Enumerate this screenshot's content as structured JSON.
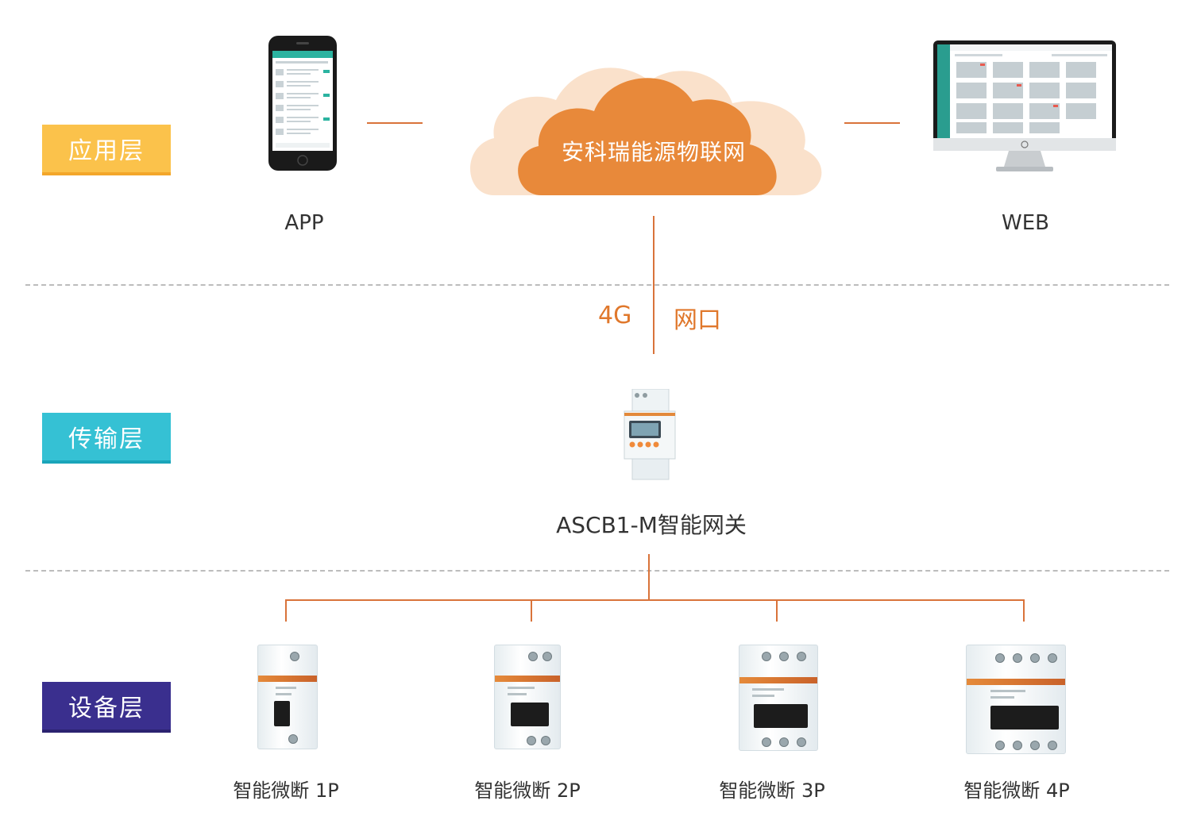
{
  "layers": {
    "application": {
      "label": "应用层",
      "color": "#fbc24b"
    },
    "transmission": {
      "label": "传输层",
      "color": "#35c1d4"
    },
    "device": {
      "label": "设备层",
      "color": "#3a2f8e"
    }
  },
  "cloud": {
    "label": "安科瑞能源物联网",
    "color": "#e8893a",
    "halo_color": "#f9dcc2"
  },
  "app": {
    "label": "APP"
  },
  "web": {
    "label": "WEB"
  },
  "links": {
    "cellular": "4G",
    "ethernet": "网口"
  },
  "gateway": {
    "label": "ASCB1-M智能网关"
  },
  "breakers": [
    {
      "label": "智能微断 1P",
      "poles": 1
    },
    {
      "label": "智能微断 2P",
      "poles": 2
    },
    {
      "label": "智能微断 3P",
      "poles": 3
    },
    {
      "label": "智能微断 4P",
      "poles": 4
    }
  ],
  "line_color": "#d9733a"
}
